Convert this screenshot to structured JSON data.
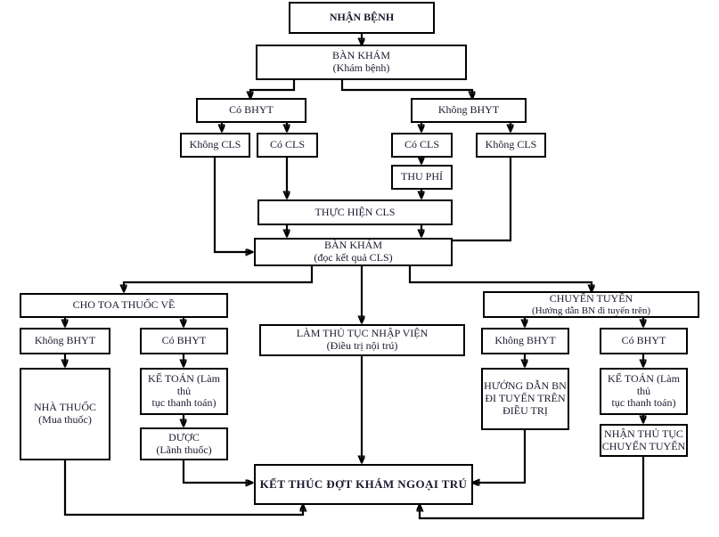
{
  "diagram": {
    "title": "Quy trinh kham benh ngoai tru",
    "nodes": {
      "nhan_benh": {
        "l1": "NHẬN BỆNH",
        "l2": ""
      },
      "ban_kham": {
        "l1": "BÀN KHÁM",
        "l2": "(Khám bệnh)"
      },
      "co_bhyt_1": {
        "l1": "Có BHYT",
        "l2": ""
      },
      "khong_bhyt_1": {
        "l1": "Không BHYT",
        "l2": ""
      },
      "khong_cls_l": {
        "l1": "Không CLS",
        "l2": ""
      },
      "co_cls_l": {
        "l1": "Có CLS",
        "l2": ""
      },
      "co_cls_r": {
        "l1": "Có CLS",
        "l2": ""
      },
      "khong_cls_r": {
        "l1": "Không CLS",
        "l2": ""
      },
      "thu_phi": {
        "l1": "THU PHÍ",
        "l2": ""
      },
      "thuc_hien_cls": {
        "l1": "THỰC HIỆN CLS",
        "l2": ""
      },
      "ban_kham_doc": {
        "l1": "BÀN KHÁM",
        "l2": "(đọc kết quả CLS)"
      },
      "cho_toa_thuoc": {
        "l1": "CHO TOA THUỐC VỀ",
        "l2": ""
      },
      "nhap_vien": {
        "l1": "LÀM THỦ TỤC NHẬP VIỆN",
        "l2": "(Điều trị nội trú)"
      },
      "chuyen_tuyen": {
        "l1": "CHUYỂN TUYẾN",
        "l2": "(Hướng dẫn BN đi tuyến trên)"
      },
      "khong_bhyt_2": {
        "l1": "Không BHYT",
        "l2": ""
      },
      "co_bhyt_2": {
        "l1": "Có BHYT",
        "l2": ""
      },
      "khong_bhyt_3": {
        "l1": "Không BHYT",
        "l2": ""
      },
      "co_bhyt_3": {
        "l1": "Có BHYT",
        "l2": ""
      },
      "nha_thuoc": {
        "l1": "NHÀ THUỐC",
        "l2": "(Mua thuốc)"
      },
      "ke_toan_1": {
        "l1": "KẾ TOÁN (Làm thủ",
        "l2": "tục thanh toán)"
      },
      "duoc": {
        "l1": "DƯỢC",
        "l2": "(Lãnh thuốc)"
      },
      "huong_dan_bn": {
        "l1": "HƯỚNG DẪN BN",
        "l2": "ĐI TUYẾN TRÊN",
        "l3": "ĐIỀU TRỊ"
      },
      "ke_toan_2": {
        "l1": "KẾ TOÁN (Làm thủ",
        "l2": "tục thanh toán)"
      },
      "nhan_thu_tuc": {
        "l1": "NHẬN THỦ TỤC",
        "l2": "CHUYỂN TUYẾN"
      },
      "ket_thuc": {
        "l1": "KẾT THÚC ĐỢT KHÁM NGOẠI TRÚ",
        "l2": ""
      }
    },
    "colors": {
      "line": "#000000",
      "box_border": "#000000",
      "text": "#1a1a2e",
      "background": "#ffffff"
    }
  }
}
